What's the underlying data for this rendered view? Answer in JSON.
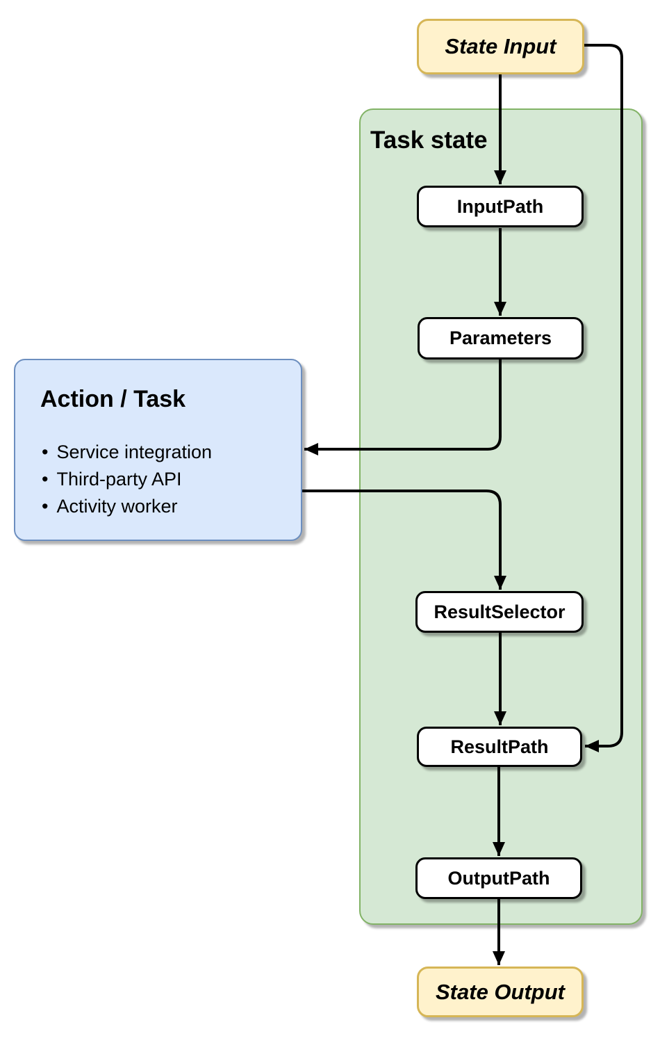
{
  "diagram": {
    "container": {
      "label": "Task state"
    },
    "nodes": {
      "state_input": {
        "label": "State Input"
      },
      "input_path": {
        "label": "InputPath"
      },
      "parameters": {
        "label": "Parameters"
      },
      "result_selector": {
        "label": "ResultSelector"
      },
      "result_path": {
        "label": "ResultPath"
      },
      "output_path": {
        "label": "OutputPath"
      },
      "state_output": {
        "label": "State Output"
      }
    },
    "action_task": {
      "title": "Action / Task",
      "bullets": [
        "Service integration",
        "Third-party API",
        "Activity worker"
      ]
    },
    "edges": [
      {
        "from": "state_input",
        "to": "input_path"
      },
      {
        "from": "input_path",
        "to": "parameters"
      },
      {
        "from": "parameters",
        "to": "action_task"
      },
      {
        "from": "action_task",
        "to": "result_selector"
      },
      {
        "from": "result_selector",
        "to": "result_path"
      },
      {
        "from": "result_path",
        "to": "output_path"
      },
      {
        "from": "output_path",
        "to": "state_output"
      },
      {
        "from": "state_input",
        "to": "result_path"
      }
    ],
    "colors": {
      "background": "#FFFFFF",
      "terminal_fill": "#FFF2CC",
      "terminal_stroke": "#D6B656",
      "container_fill": "#D5E8D4",
      "container_stroke": "#82B366",
      "action_fill": "#DAE8FC",
      "action_stroke": "#6C8EBF",
      "step_fill": "#FFFFFF",
      "step_stroke": "#000000",
      "arrow": "#000000"
    }
  }
}
